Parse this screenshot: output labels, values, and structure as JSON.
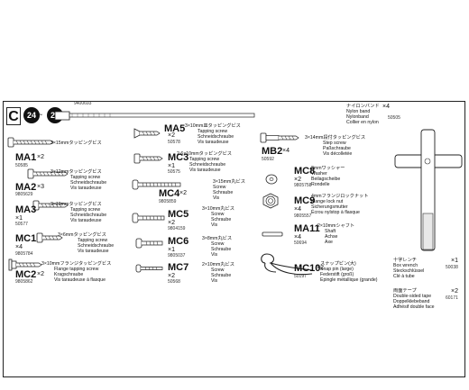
{
  "section": {
    "letter": "C",
    "step_start": "24",
    "step_end": "28",
    "tilde": "~"
  },
  "parts": {
    "nylon_band": {
      "pn": "9400693",
      "qty": "×4",
      "pn2": "50505",
      "lines": [
        "ナイロンバンド",
        "Nylon band",
        "Nylonband",
        "Collier en nylon"
      ]
    },
    "box_wrench": {
      "qty": "×1",
      "pn": "50038",
      "lines": [
        "十字レンチ",
        "Box wrench",
        "Steckschlüssel",
        "Clé à tube"
      ]
    },
    "ds_tape": {
      "qty": "×2",
      "pn": "60171",
      "lines": [
        "両面テープ",
        "Double-sided tape",
        "Doppelklebeband",
        "Adhésif double face"
      ]
    },
    "MA1": {
      "code": "MA1",
      "qty": "×2",
      "pn": "50585",
      "lines": [
        "3×15mmタッピングビス"
      ]
    },
    "MA2": {
      "code": "MA2",
      "qty": "×3",
      "pn": "9805629",
      "lines": [
        "3×12mmタッピングビス",
        "Tapping screw",
        "Schneidschraube",
        "Vis taraudeuse"
      ]
    },
    "MA3": {
      "code": "MA3",
      "qty": "×1",
      "pn": "50577",
      "lines": [
        "3×10mmタッピングビス",
        "Tapping screw",
        "Schneidschraube",
        "Vis taraudeuse"
      ]
    },
    "MC1": {
      "code": "MC1",
      "qty": "×4",
      "pn": "9805784",
      "lines": [
        "3×6mmタッピングビス",
        "Tapping screw",
        "Schneidschraube",
        "Vis taraudeuse"
      ]
    },
    "MC2": {
      "code": "MC2",
      "qty": "×2",
      "pn": "9805862",
      "lines": [
        "3×10mmフランジタッピングビス",
        "Flange tapping screw",
        "Kragschraube",
        "Vis taraudeuse à flasque"
      ]
    },
    "MA5": {
      "code": "MA5",
      "qty": "×2",
      "pn": "50578",
      "lines": [
        "3×10mm皿タッピングビス",
        "Tapping screw",
        "Schneidschraube",
        "Vis taraudeuse"
      ]
    },
    "MC3": {
      "code": "MC3",
      "qty": "×1",
      "pn": "50575",
      "lines": [
        "2.6×10mmタッピングビス",
        "Tapping screw",
        "Schneidschraube",
        "Vis taraudeuse"
      ]
    },
    "MC4": {
      "code": "MC4",
      "qty": "×2",
      "pn": "9805859",
      "lines": [
        "3×15mm丸ビス",
        "Screw",
        "Schraube",
        "Vis"
      ]
    },
    "MC5": {
      "code": "MC5",
      "qty": "×2",
      "pn": "9804159",
      "lines": [
        "3×10mm丸ビス",
        "Screw",
        "Schraube",
        "Vis"
      ]
    },
    "MC6": {
      "code": "MC6",
      "qty": "×1",
      "pn": "9805037",
      "lines": [
        "3×8mm丸ビス",
        "Screw",
        "Schraube",
        "Vis"
      ]
    },
    "MC7": {
      "code": "MC7",
      "qty": "×2",
      "pn": "50568",
      "lines": [
        "2×10mm丸ビス",
        "Screw",
        "Schraube",
        "Vis"
      ]
    },
    "MB2": {
      "code": "MB2",
      "qty": "×4",
      "pn": "50592",
      "lines": [
        "3×14mm段付タッピングビス",
        "Step screw",
        "Paßschraube",
        "Vis décolletée"
      ]
    },
    "MC8": {
      "code": "MC8",
      "qty": "×2",
      "pn": "9805758",
      "lines": [
        "2mmワッシャー",
        "Washer",
        "Beilagscheibe",
        "Rondelle"
      ]
    },
    "MC9": {
      "code": "MC9",
      "qty": "×4",
      "pn": "9805557",
      "lines": [
        "4mmフランジロックナット",
        "Flange lock nut",
        "Sicherungsmutter",
        "Écrou nylstop à flasque"
      ]
    },
    "MA11": {
      "code": "MA11",
      "qty": "×4",
      "pn": "50694",
      "lines": [
        "2×10mmシャフト",
        "Shaft",
        "Achse",
        "Axe"
      ]
    },
    "MC10": {
      "code": "MC10",
      "qty": "×2",
      "pn": "50197",
      "lines": [
        "スナップピン(大)",
        "Snap pin (large)",
        "Federstift (groß)",
        "Epingle métallique (grande)"
      ]
    }
  }
}
